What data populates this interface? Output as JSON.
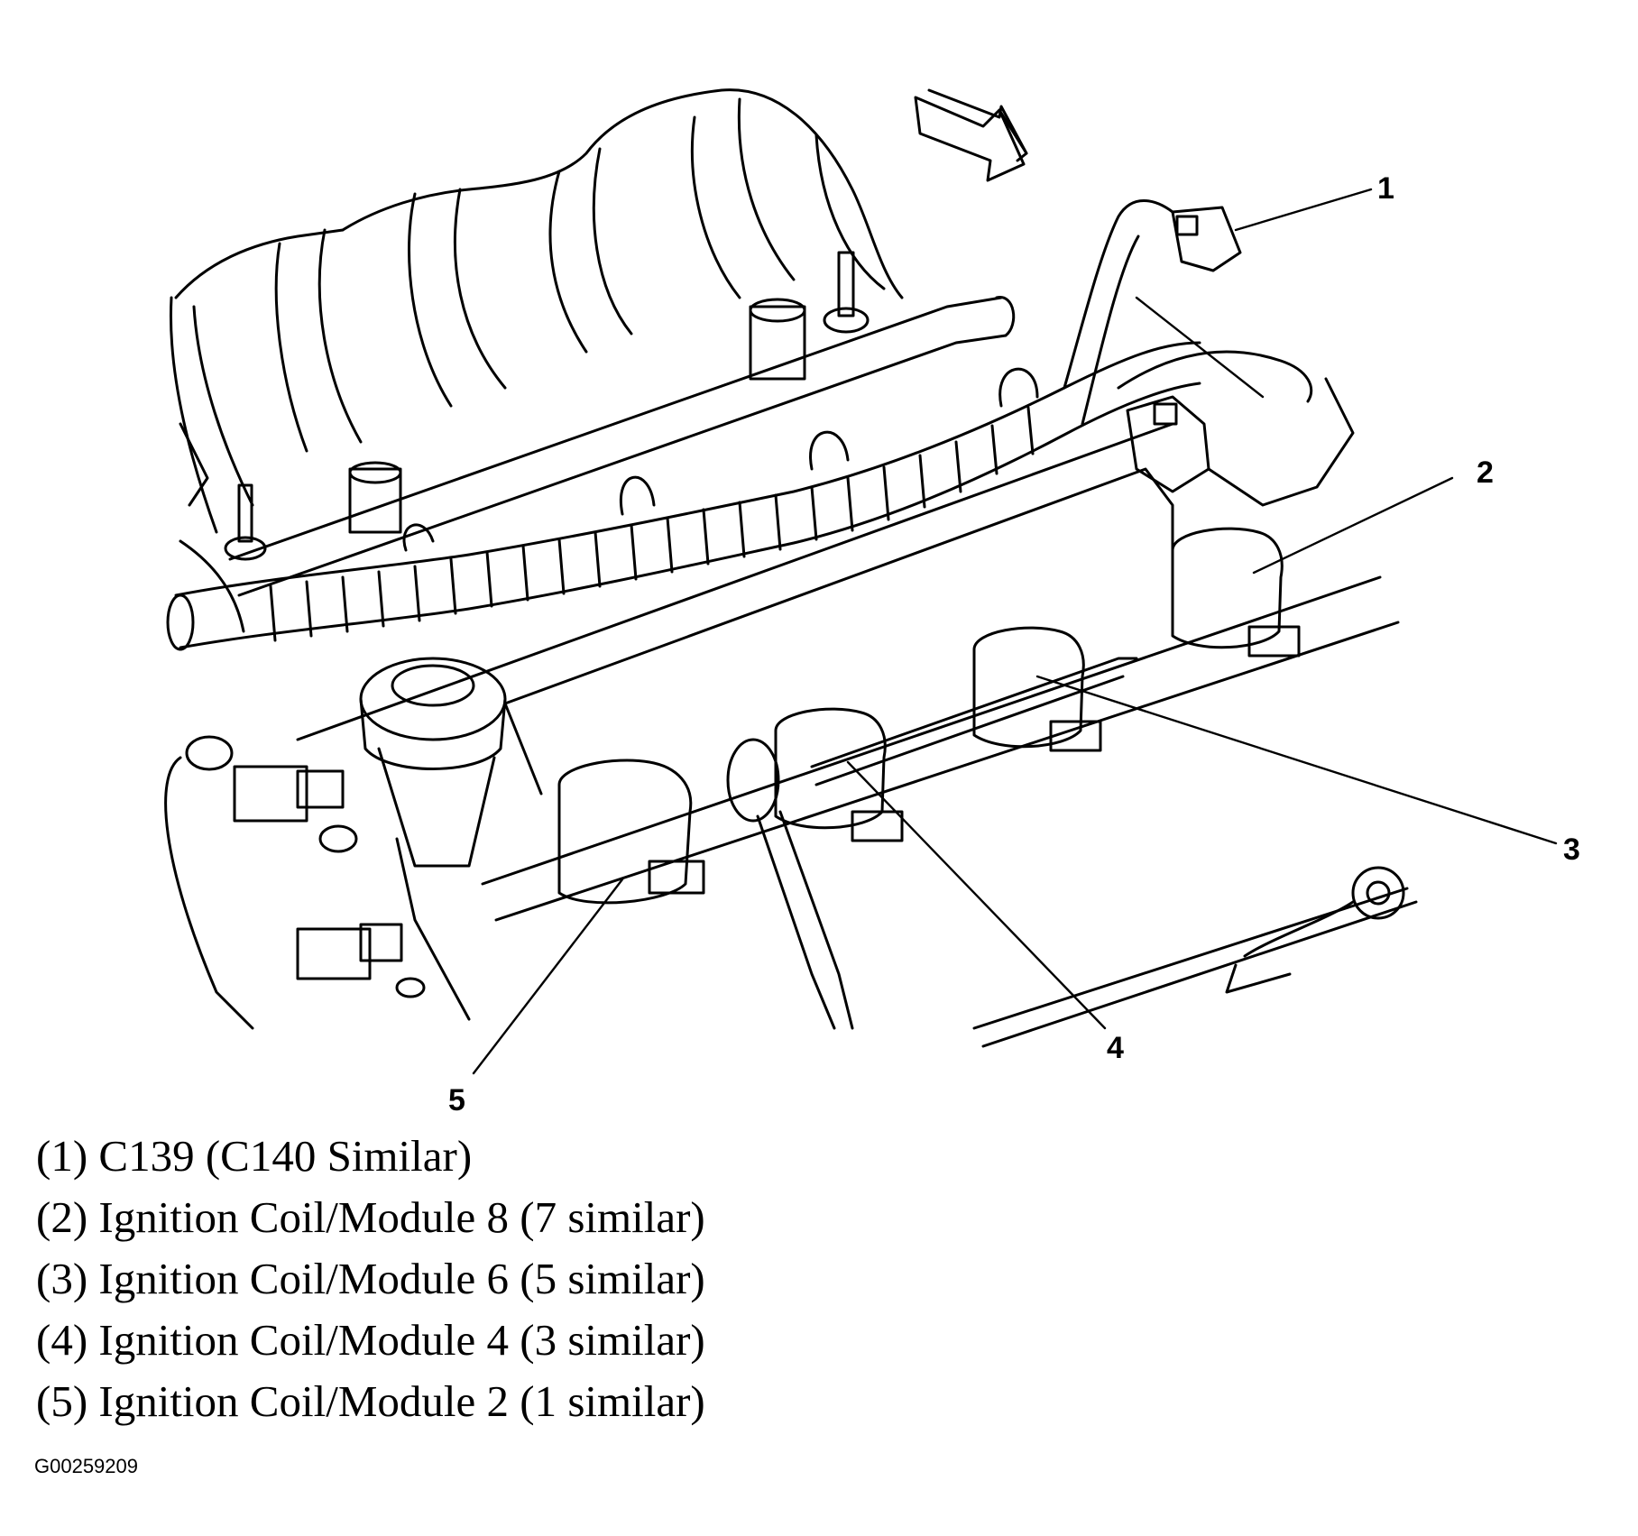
{
  "callouts": [
    "1",
    "2",
    "3",
    "4",
    "5"
  ],
  "legend": [
    "(1) C139 (C140 Similar)",
    "(2) Ignition Coil/Module 8 (7 similar)",
    "(3) Ignition Coil/Module 6 (5 similar)",
    "(4) Ignition Coil/Module 4 (3 similar)",
    "(5) Ignition Coil/Module 2 (1 similar)"
  ],
  "figure_id": "G00259209"
}
